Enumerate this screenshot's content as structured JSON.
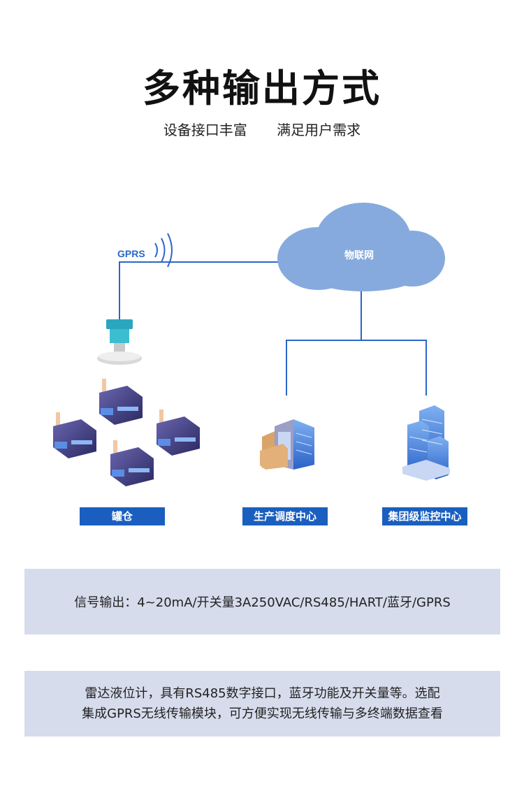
{
  "header": {
    "title": "多种输出方式",
    "subtitle_left": "设备接口丰富",
    "subtitle_right": "满足用户需求"
  },
  "diagram": {
    "gprs_label": "GPRS",
    "cloud_label": "物联网",
    "nodes": [
      {
        "label": "罐仓"
      },
      {
        "label": "生产调度中心"
      },
      {
        "label": "集团级监控中心"
      }
    ],
    "colors": {
      "line": "#2b66c8",
      "cloud": "#86aadd",
      "label_bg": "#1a5fbf"
    }
  },
  "info": {
    "signal_output": "信号输出：4~20mA/开关量3A250VAC/RS485/HART/蓝牙/GPRS",
    "description_line1": "雷达液位计，具有RS485数字接口，蓝牙功能及开关量等。选配",
    "description_line2": "集成GPRS无线传输模块，可方便实现无线传输与多终端数据查看"
  }
}
